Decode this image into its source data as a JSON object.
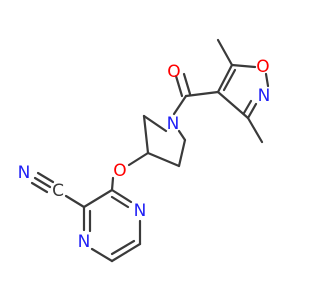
{
  "diagram": {
    "type": "chemical-structure",
    "atom_labels": {
      "carbonyl_o": "O",
      "isoxazole_o": "O",
      "isoxazole_n": "N",
      "pyrrolidine_n": "N",
      "ether_o": "O",
      "nitrile_n": "N",
      "nitrile_c": "C",
      "pyrazine_n1": "N",
      "pyrazine_n2": "N"
    },
    "colors": {
      "bond": "#3a3a3a",
      "oxygen": "#ff0000",
      "nitrogen": "#1f1ff5",
      "carbon": "#3a3a3a"
    }
  }
}
